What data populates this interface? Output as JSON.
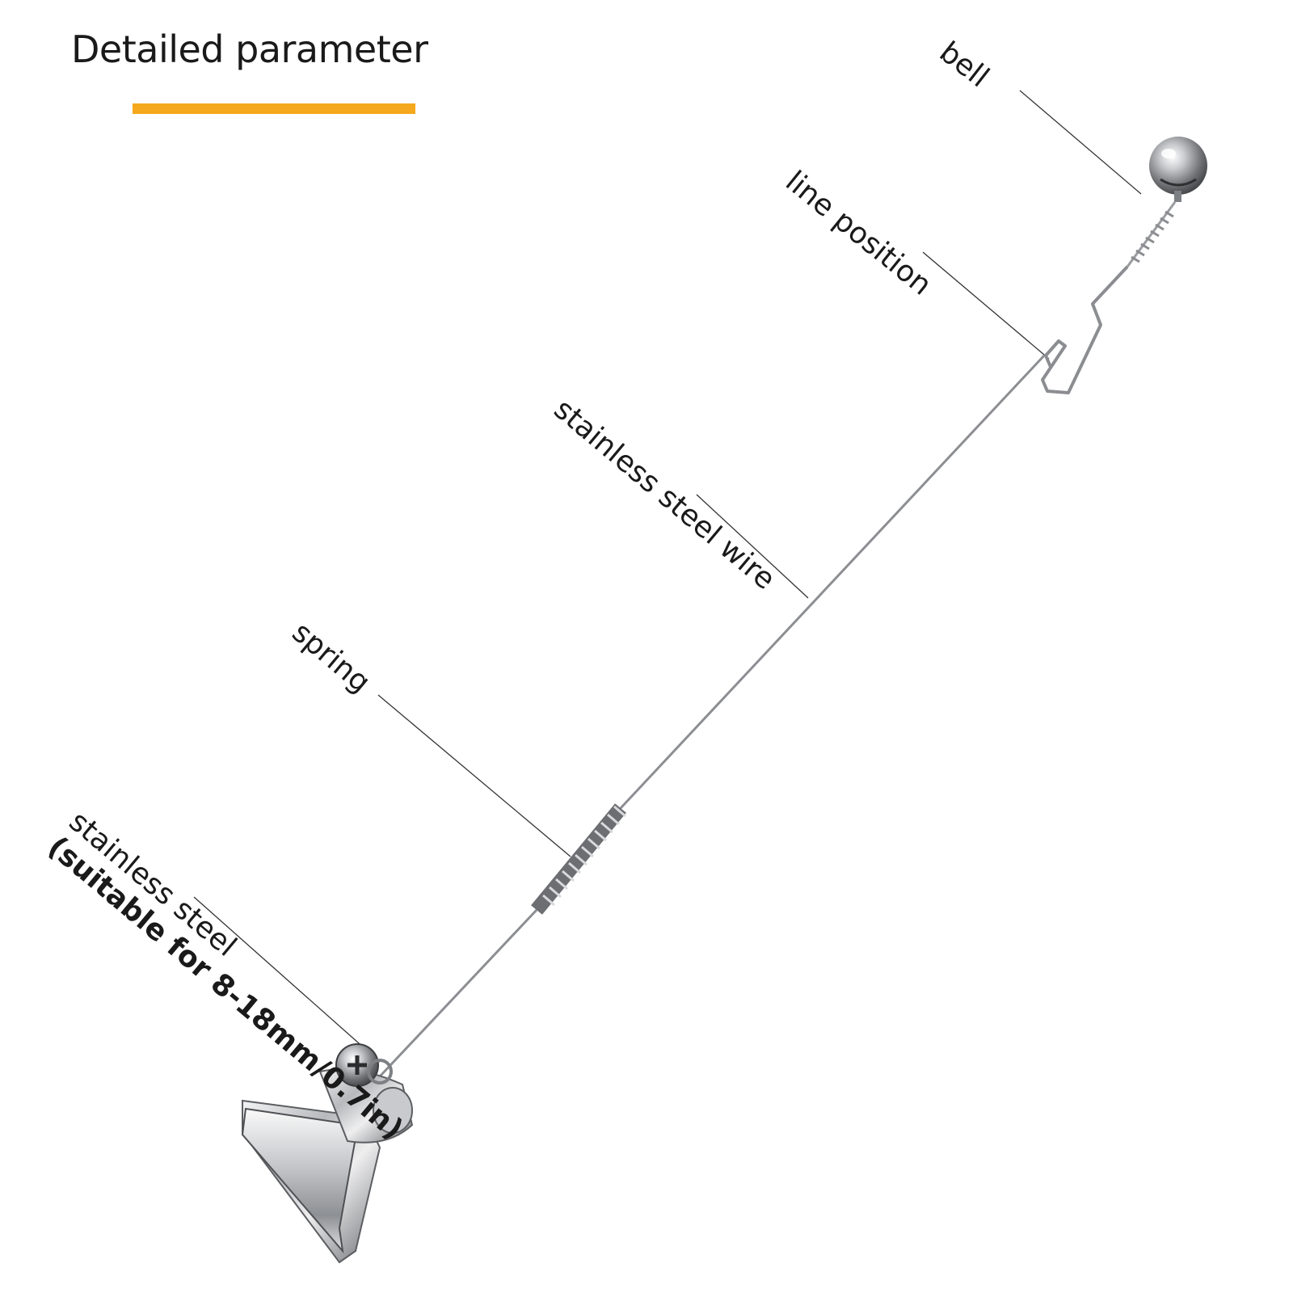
{
  "header": {
    "title": "Detailed parameter",
    "accent_color": "#F5A81C"
  },
  "labels": {
    "bell": "bell",
    "line_position": "line position",
    "stainless_steel_wire": "stainless steel wire",
    "spring": "spring",
    "clip_line1": "stainless steel",
    "clip_line2": "(suitable for 8-18mm/0.7in)"
  },
  "colors": {
    "ink": "#1a1a1a",
    "metal_light": "#e9e9ea",
    "metal_mid": "#a9abae",
    "metal_dark": "#5c5e61"
  }
}
